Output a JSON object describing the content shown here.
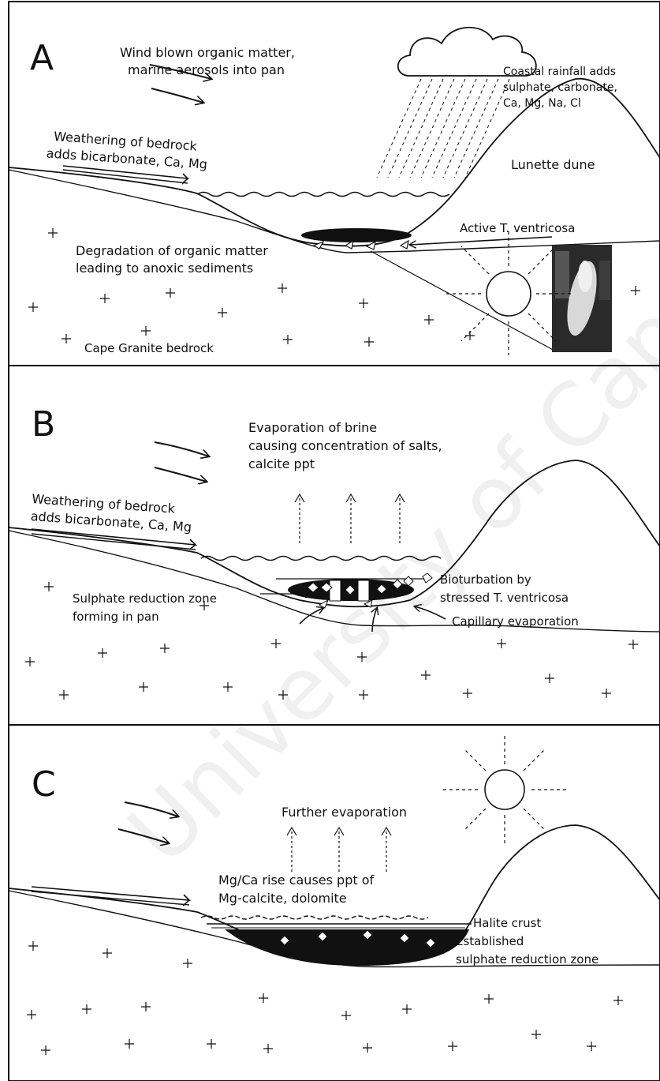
{
  "watermark": "University of Cape Town",
  "panels": [
    {
      "letter": "A",
      "labels": {
        "wind": [
          "Wind blown organic matter,",
          "marine aerosols into pan"
        ],
        "rain": [
          "Coastal rainfall adds",
          "sulphate, carbonate,",
          "Ca, Mg, Na, Cl"
        ],
        "weathering": [
          "Weathering of bedrock",
          "adds bicarbonate, Ca, Mg"
        ],
        "dune": "Lunette dune",
        "active": "Active T. ventricosa",
        "degradation": [
          "Degradation of organic matter",
          "leading to anoxic sediments"
        ],
        "bedrock": "Cape Granite bedrock"
      }
    },
    {
      "letter": "B",
      "labels": {
        "evaporation": [
          "Evaporation of brine",
          "causing concentration of salts,",
          "calcite ppt"
        ],
        "weathering": [
          "Weathering of bedrock",
          "adds bicarbonate, Ca, Mg"
        ],
        "sulphate": [
          "Sulphate reduction zone",
          "forming in pan"
        ],
        "bioturbation": [
          "Bioturbation by",
          "stressed T. ventricosa"
        ],
        "capillary": "Capillary evaporation"
      }
    },
    {
      "letter": "C",
      "labels": {
        "further": "Further evaporation",
        "mgca": [
          "Mg/Ca rise causes ppt of",
          "Mg-calcite, dolomite"
        ],
        "halite": "Halite crust",
        "established": [
          "Established",
          "sulphate reduction zone"
        ]
      }
    }
  ]
}
